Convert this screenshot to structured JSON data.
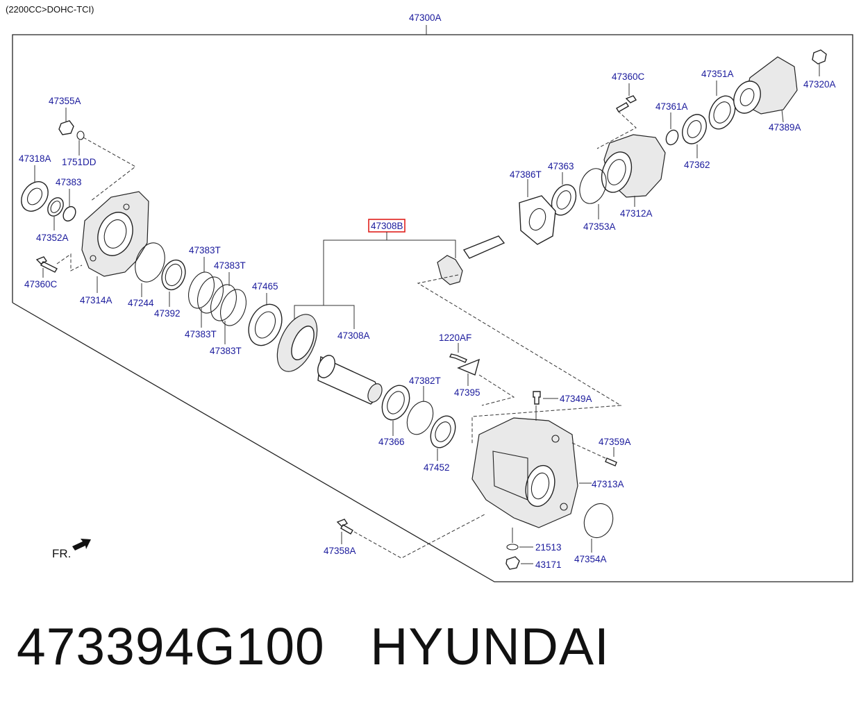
{
  "engine_note": "(2200CC>DOHC-TCI)",
  "assembly_label": "47300A",
  "highlighted_label": "47308B",
  "direction_label": "FR.",
  "parts": {
    "p47355A": "47355A",
    "p47318A": "47318A",
    "p1751DD": "1751DD",
    "p47383": "47383",
    "p47352A": "47352A",
    "p47360C_left": "47360C",
    "p47314A": "47314A",
    "p47244": "47244",
    "p47392": "47392",
    "p47383T_1": "47383T",
    "p47383T_2": "47383T",
    "p47383T_3": "47383T",
    "p47383T_4": "47383T",
    "p47465": "47465",
    "p47308A": "47308A",
    "p1220AF": "1220AF",
    "p47395": "47395",
    "p47382T": "47382T",
    "p47366": "47366",
    "p47452": "47452",
    "p47349A": "47349A",
    "p47359A": "47359A",
    "p47313A": "47313A",
    "p47358A": "47358A",
    "p21513": "21513",
    "p43171": "43171",
    "p47354A": "47354A",
    "p47360C_right": "47360C",
    "p47351A": "47351A",
    "p47320A": "47320A",
    "p47361A": "47361A",
    "p47389A": "47389A",
    "p47386T": "47386T",
    "p47363": "47363",
    "p47362": "47362",
    "p47312A": "47312A",
    "p47353A": "47353A"
  },
  "footer": {
    "part_number": "473394G100",
    "brand": "HYUNDAI"
  },
  "colors": {
    "label": "#1a1a9c",
    "highlight_border": "#e0201c",
    "line": "#222222"
  }
}
